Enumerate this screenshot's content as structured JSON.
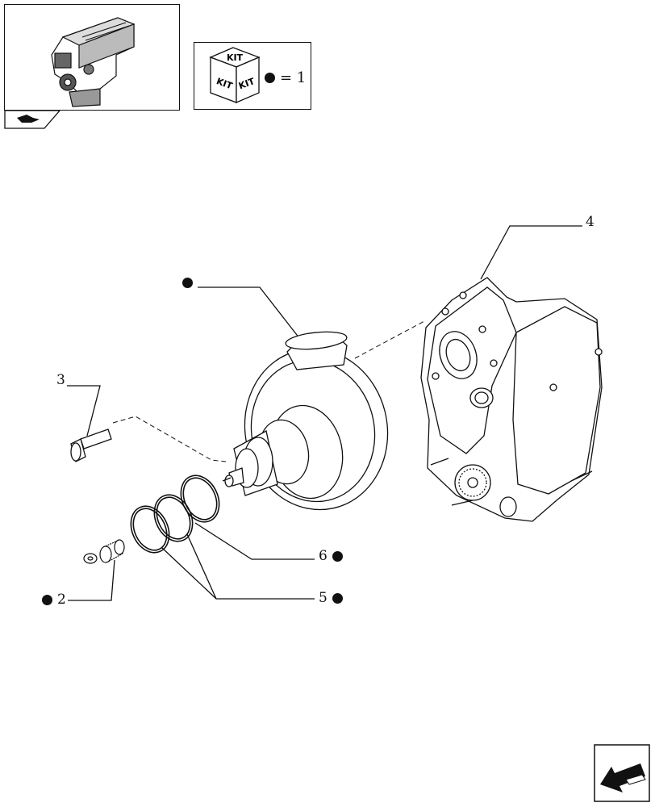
{
  "kit_legend": {
    "box_label": "KIT",
    "side_label_left": "KIT",
    "side_label_right": "KIT",
    "equation": "= 1"
  },
  "callouts": {
    "c1": "",
    "c2": "2",
    "c3": "3",
    "c4": "4",
    "c5": "5",
    "c6": "6"
  },
  "icons": {
    "nav_tab": "arrow-right-icon",
    "next_page": "arrow-next-page-icon",
    "kit_marker": "filled-dot-icon"
  }
}
